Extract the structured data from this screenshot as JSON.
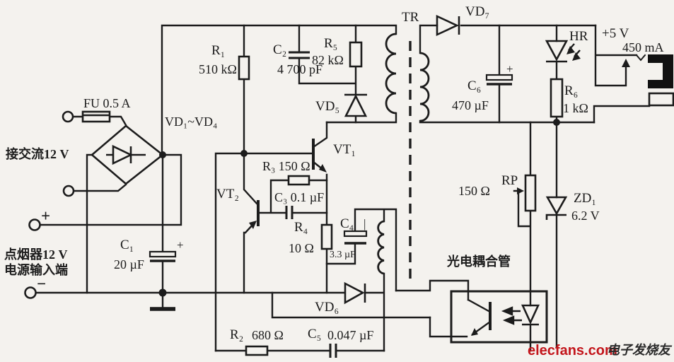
{
  "colors": {
    "ink": "#1c1c1c",
    "paper": "#f4f2ee",
    "watermark_red": "#c3151b"
  },
  "labels": {
    "fuse": "FU  0.5 A",
    "ac_input": "接交流12 V",
    "lighter_line1": "点烟器12 V",
    "lighter_line2": "电源输入端",
    "plus_terminal": "+",
    "minus_terminal": "−",
    "bridge": "VD₁~VD₄",
    "r1": "R₁",
    "r1_value": "510 kΩ",
    "c2": "C₂",
    "c2_value": "4 700 pF",
    "r5": "R₅",
    "r5_value": "82 kΩ",
    "vd5": "VD₅",
    "vt1": "VT₁",
    "vt2": "VT₂",
    "r3": "R₃ 150 Ω",
    "c3": "C₃ 0.1 µF",
    "r4": "R₄",
    "r4_value": "10 Ω",
    "c4": "C₄",
    "c4_value": "3.3 µF",
    "c4_plus": "|",
    "c1": "C₁",
    "c1_value": "20 µF",
    "c1_plus": "+",
    "r2": "R₂",
    "r2_value": "680 Ω",
    "c5": "C₅",
    "c5_value": "0.047 µF",
    "vd6": "VD₆",
    "transformer": "TR",
    "vd7": "VD₇",
    "c6": "C₆",
    "c6_value": "470 µF",
    "c6_plus": "+",
    "hr": "HR",
    "output_voltage": "+5 V",
    "output_current": "450 mA",
    "r6": "R₆",
    "r6_value": "1 kΩ",
    "rp": "RP",
    "rp_value": "150 Ω",
    "zd1": "ZD₁",
    "zd1_value": "6.2 V",
    "optocoupler": "光电耦合管"
  },
  "watermark": {
    "site": "elecfans.com",
    "brand_cn": "电子发烧友"
  }
}
